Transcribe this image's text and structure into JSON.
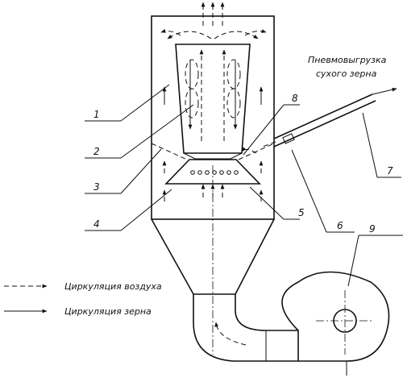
{
  "callouts": {
    "n1": "1",
    "n2": "2",
    "n3": "3",
    "n4": "4",
    "n5": "5",
    "n6": "6",
    "n7": "7",
    "n8": "8",
    "n9": "9"
  },
  "annotation": {
    "line1": "Пневмовыгрузка",
    "line2": "сухого зерна"
  },
  "legend": {
    "air": "Циркуляция воздуха",
    "grain": "Циркуляция зерна"
  }
}
